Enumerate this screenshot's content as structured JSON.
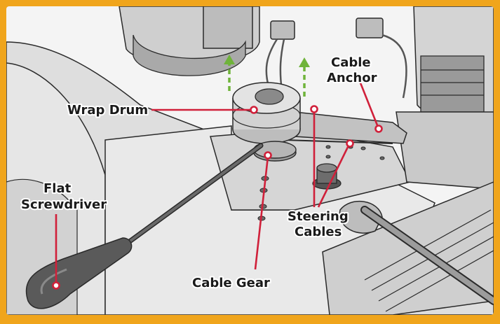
{
  "diagram": {
    "labels": {
      "wrap_drum": "Wrap Drum",
      "cable_anchor_line1": "Cable",
      "cable_anchor_line2": "Anchor",
      "flat_screwdriver_line1": "Flat",
      "flat_screwdriver_line2": "Screwdriver",
      "steering_cables_line1": "Steering",
      "steering_cables_line2": "Cables",
      "cable_gear": "Cable Gear"
    },
    "colors": {
      "border": "#f0a51c",
      "leader": "#d0203a",
      "arrow": "#6fb33a",
      "background": "#f4f4f4",
      "part_light": "#dcdcdc",
      "part_mid": "#c4c4c4",
      "part_dark": "#8e8e8e",
      "outline": "#2a2a2a"
    },
    "icons": [
      "up-arrow-icon",
      "up-arrow-icon"
    ]
  }
}
